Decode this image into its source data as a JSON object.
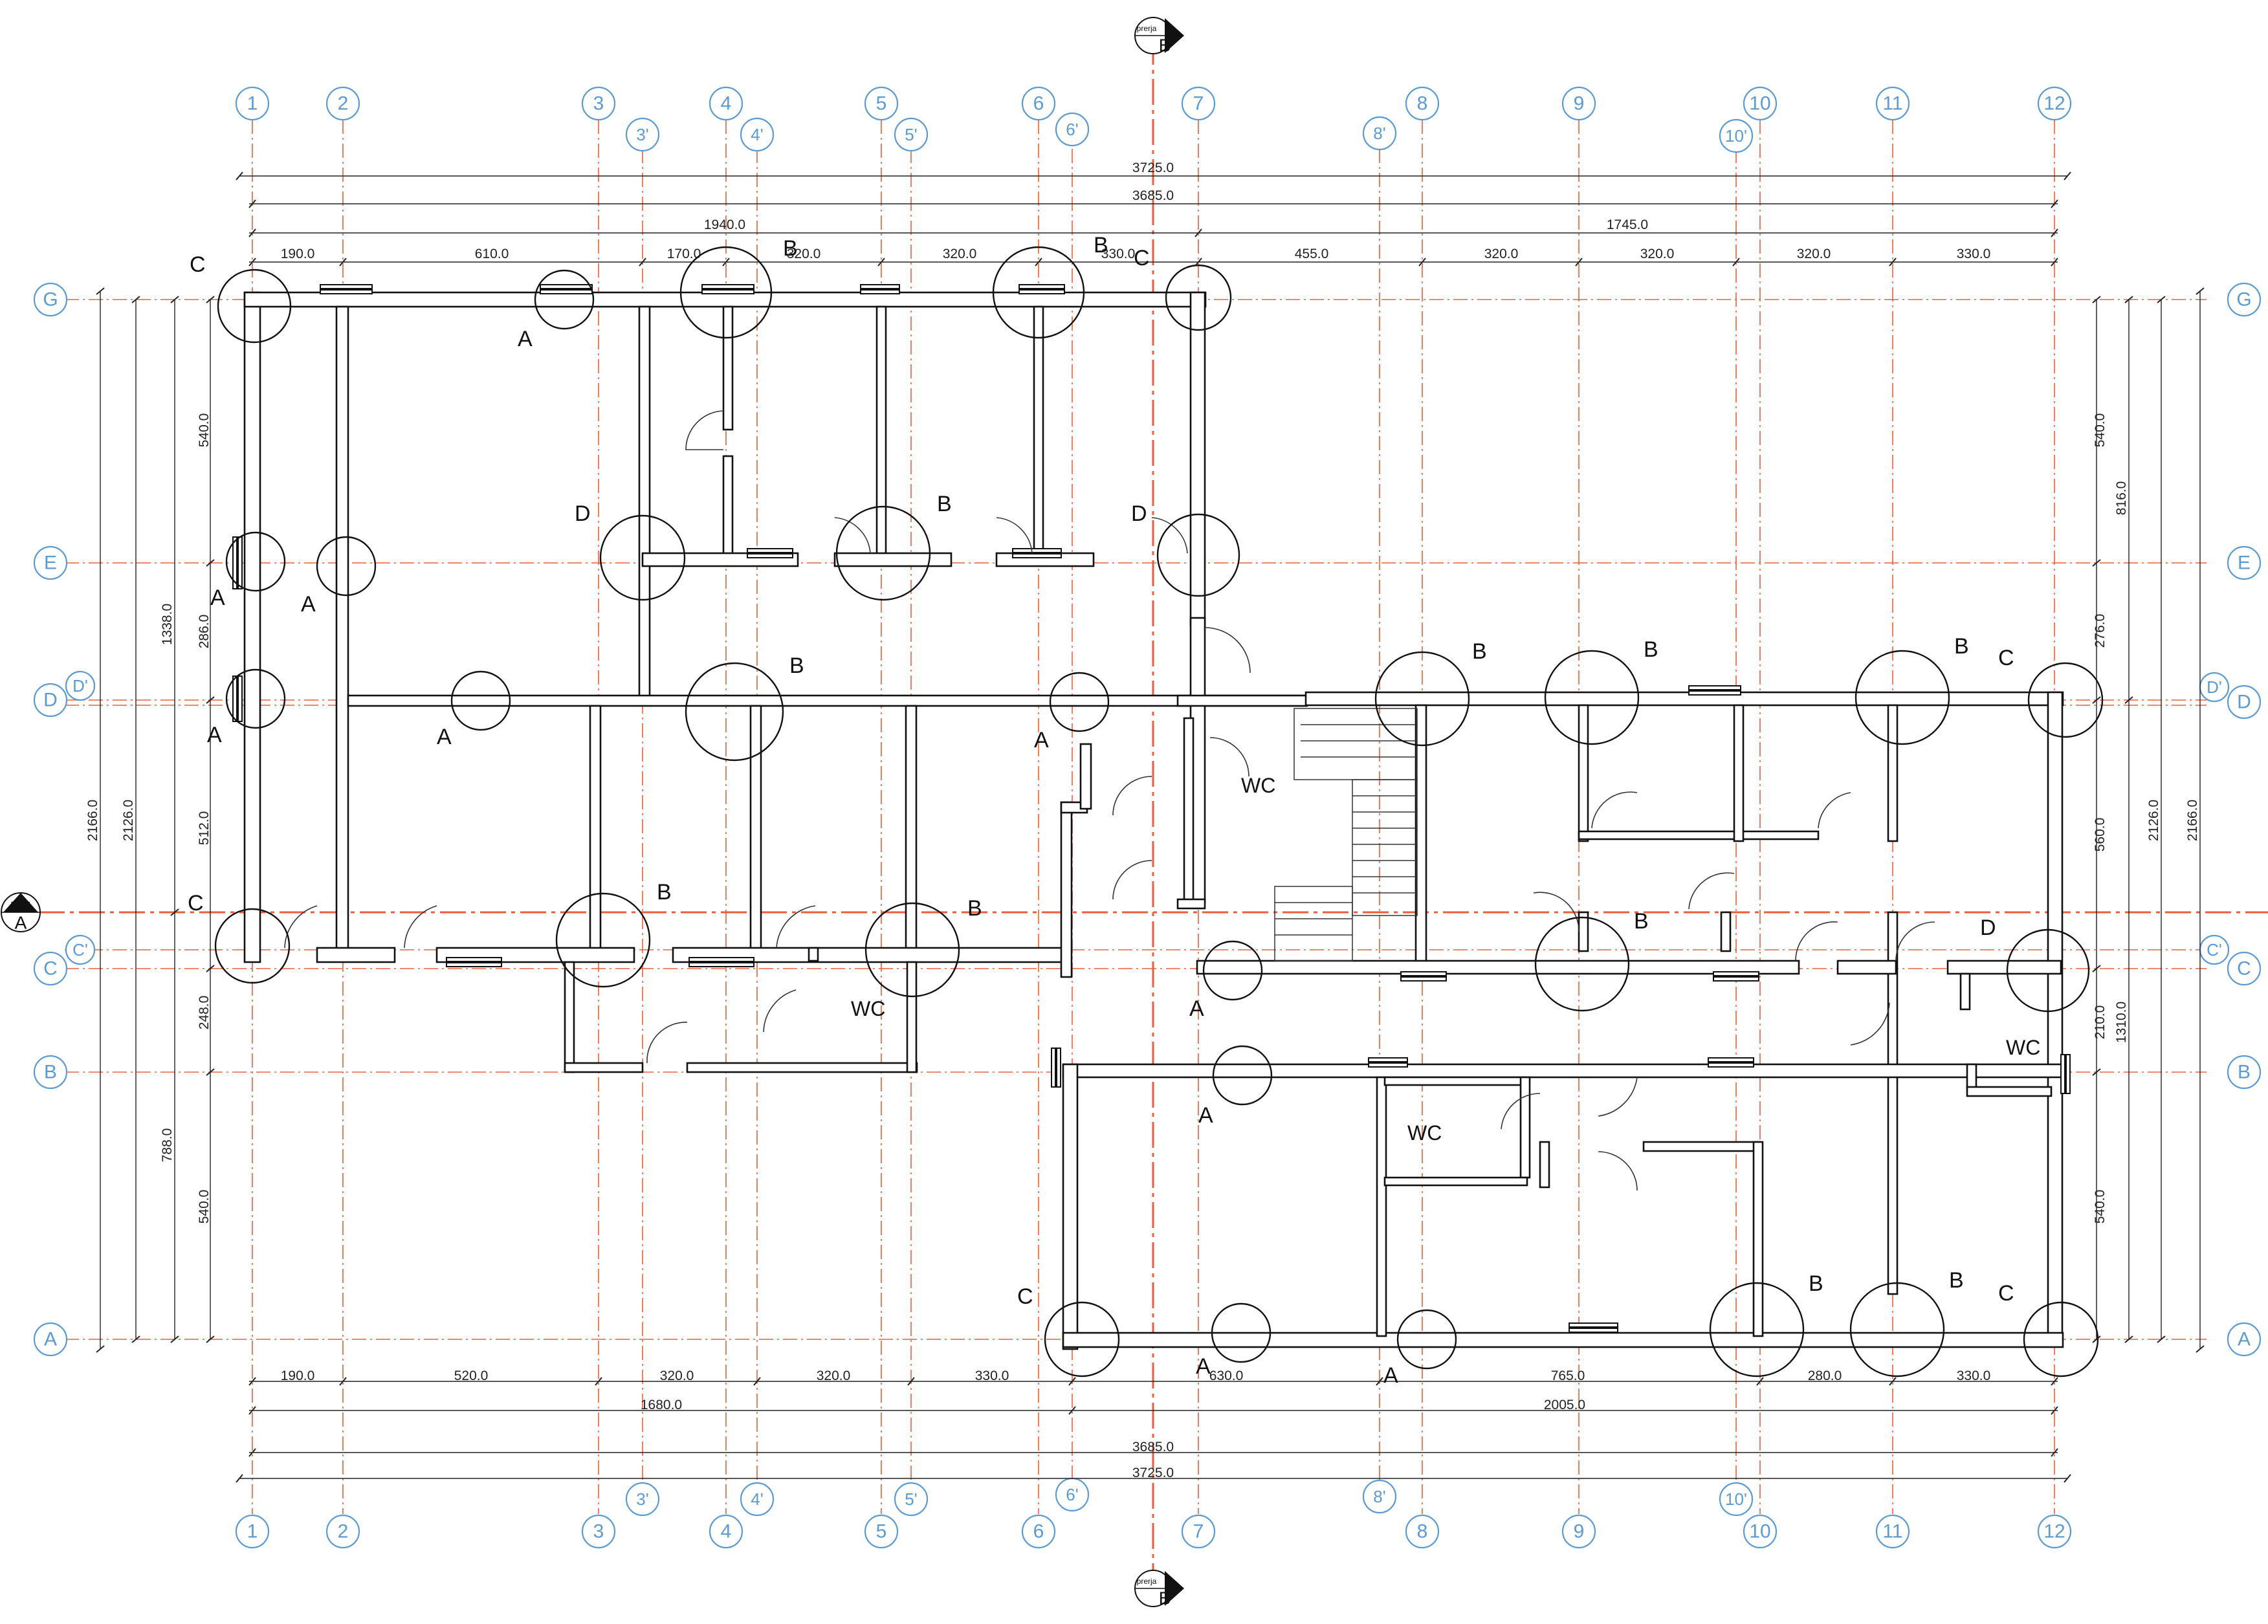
{
  "grid": {
    "columns": [
      "1",
      "2",
      "3",
      "3'",
      "4",
      "4'",
      "5",
      "5'",
      "6",
      "6'",
      "7",
      "8'",
      "8",
      "9",
      "10'",
      "10",
      "11",
      "12"
    ],
    "rows": [
      "G",
      "E",
      "D",
      "D'",
      "C'",
      "C",
      "B",
      "A"
    ]
  },
  "dimensions": {
    "top": {
      "overall_outer": "3725.0",
      "overall_axis": "3685.0",
      "left_block": "1940.0",
      "right_block": "1745.0",
      "segments": [
        "190.0",
        "610.0",
        "170.0",
        "320.0",
        "320.0",
        "330.0",
        "455.0",
        "320.0",
        "320.0",
        "320.0",
        "330.0"
      ]
    },
    "bottom": {
      "segments": [
        "190.0",
        "520.0",
        "320.0",
        "320.0",
        "330.0",
        "630.0",
        "765.0",
        "280.0",
        "330.0"
      ],
      "left_block": "1680.0",
      "right_block": "2005.0",
      "overall_axis": "3685.0",
      "overall_outer": "3725.0"
    },
    "left": {
      "overall_outer": "2166.0",
      "overall_axis": "2126.0",
      "upper_block": "1338.0",
      "lower_block": "788.0",
      "segments": [
        "540.0",
        "286.0",
        "512.0",
        "248.0",
        "540.0"
      ]
    },
    "right": {
      "overall_outer": "2166.0",
      "overall_axis": "2126.0",
      "upper_block": "816.0",
      "lower_block": "1310.0",
      "segments": [
        "540.0",
        "276.0",
        "560.0",
        "210.0",
        "540.0"
      ]
    }
  },
  "sections": {
    "a_label": "A",
    "b_label": "B",
    "caption": "prerja"
  },
  "detail_labels": [
    "A",
    "B",
    "C",
    "D"
  ],
  "rooms": {
    "wc_1": "WC",
    "wc_2": "WC",
    "wc_3": "WC",
    "wc_4": "WC"
  }
}
